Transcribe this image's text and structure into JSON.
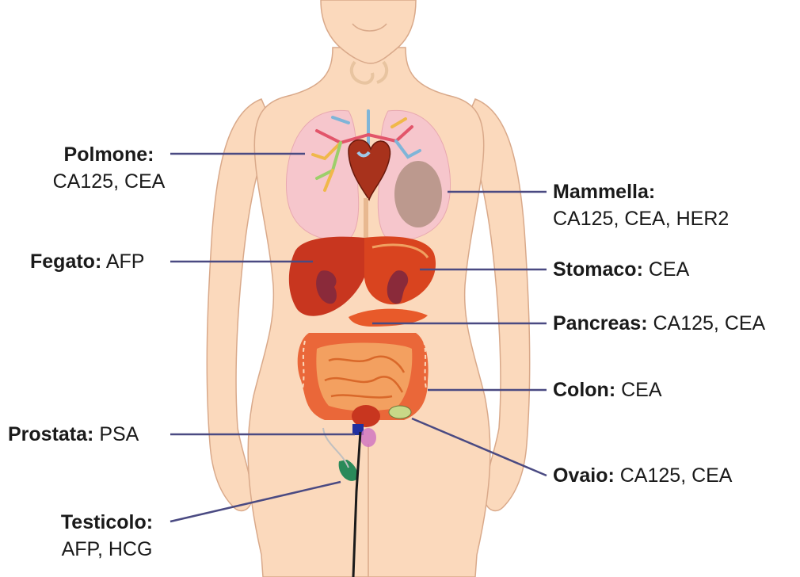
{
  "colors": {
    "leader_line": "#4a4a82",
    "skin": "#fbd9bc",
    "skin_outline": "#d9a98a",
    "organ_red": "#c8361f",
    "organ_orange": "#e8622a",
    "lung_pink": "#f6c6cc",
    "breast_mass": "#a88a7a"
  },
  "labels": {
    "polmone": {
      "name": "Polmone:",
      "markers": "CA125, CEA"
    },
    "fegato": {
      "name": "Fegato:",
      "markers": "AFP"
    },
    "prostata": {
      "name": "Prostata:",
      "markers": "PSA"
    },
    "testicolo": {
      "name": "Testicolo:",
      "markers": "AFP, HCG"
    },
    "mammella": {
      "name": "Mammella:",
      "markers": "CA125, CEA, HER2"
    },
    "stomaco": {
      "name": "Stomaco:",
      "markers": "CEA"
    },
    "pancreas": {
      "name": "Pancreas:",
      "markers": "CA125, CEA"
    },
    "colon": {
      "name": "Colon:",
      "markers": "CEA"
    },
    "ovaio": {
      "name": "Ovaio:",
      "markers": "CA125, CEA"
    }
  }
}
